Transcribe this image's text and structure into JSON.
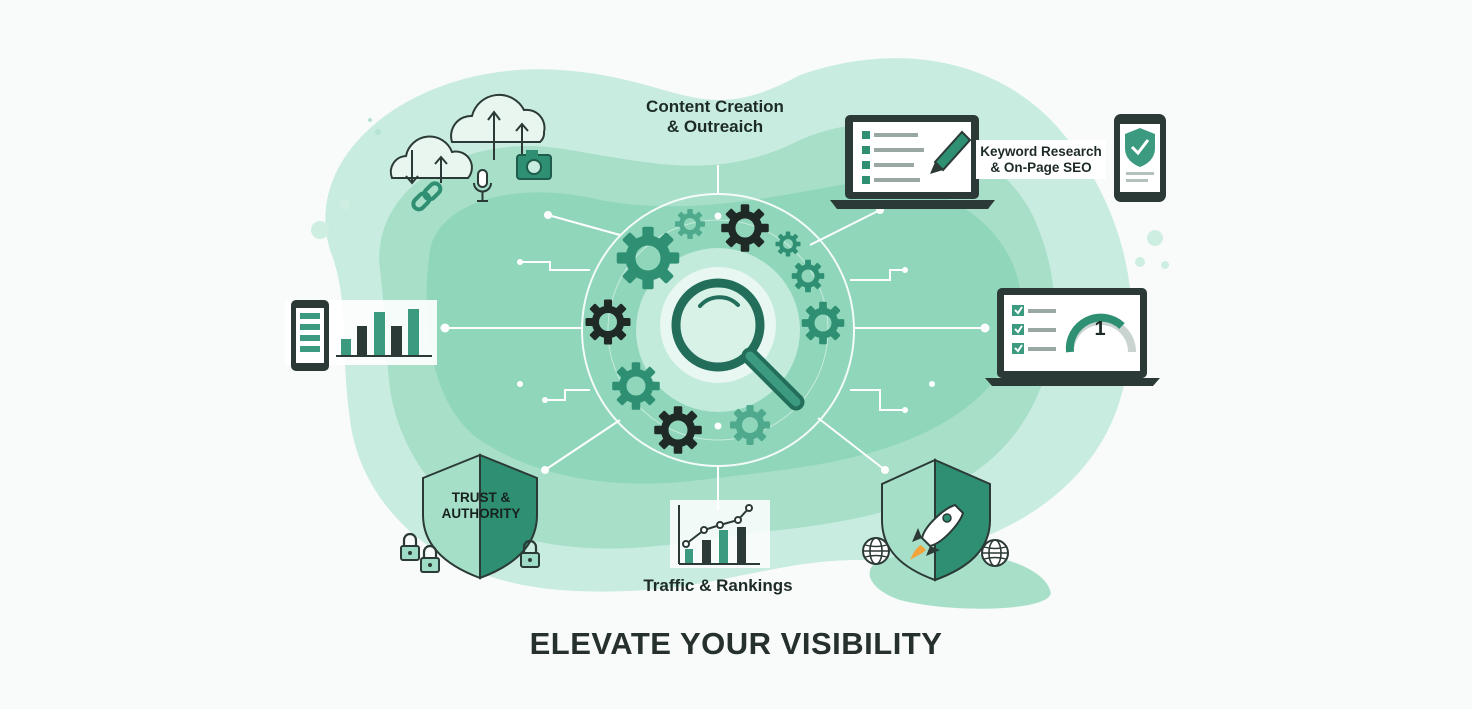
{
  "nodes": {
    "content": "Content Creation\n& Outreaich",
    "keyword": "Keyword Research\n& On-Page SEO",
    "trust": "TRUST &\nAUTHORITY",
    "traffic": "Traffic & Rankings",
    "rank_badge": "1"
  },
  "footer": {
    "title": "ELEVATE YOUR VISIBILITY"
  },
  "colors": {
    "blob_light": "#c9ece0",
    "blob_mid": "#9fdcc5",
    "accent": "#2f8f73",
    "dark": "#1f2a27",
    "line": "#ffffff"
  },
  "icons": [
    "cloud-upload-icon",
    "link-icon",
    "microphone-icon",
    "camera-icon",
    "laptop-document-icon",
    "pencil-icon",
    "phone-shield-icon",
    "phone-list-icon",
    "bar-chart-icon",
    "laptop-checklist-icon",
    "gauge-icon",
    "magnifier-icon",
    "gear-icon",
    "shield-icon",
    "padlock-icon",
    "growth-chart-icon",
    "rocket-shield-icon",
    "globe-icon"
  ]
}
